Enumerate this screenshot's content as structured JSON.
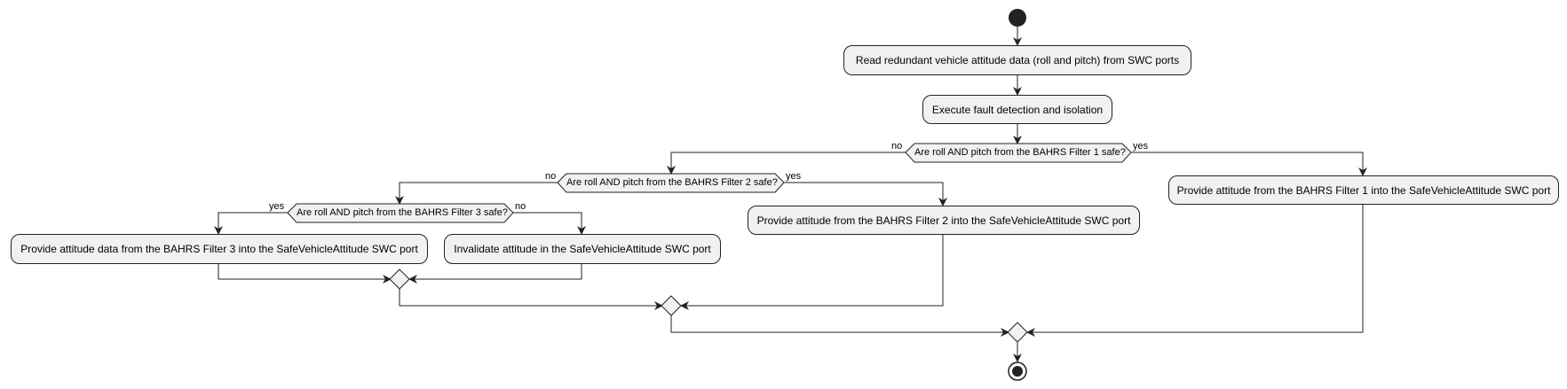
{
  "actions": {
    "read_attitude": "Read redundant vehicle attitude data (roll and pitch) from SWC ports",
    "fdi": "Execute fault detection and isolation",
    "provide_f1": "Provide attitude from the BAHRS Filter 1 into the SafeVehicleAttitude SWC port",
    "provide_f2": "Provide attitude from the BAHRS Filter 2 into the SafeVehicleAttitude SWC port",
    "provide_f3": "Provide attitude data from the BAHRS Filter 3 into the SafeVehicleAttitude SWC port",
    "invalidate": "Invalidate attitude in the SafeVehicleAttitude SWC port"
  },
  "decisions": {
    "filter1": "Are roll AND pitch from the BAHRS Filter 1 safe?",
    "filter2": "Are roll AND pitch from the BAHRS Filter 2 safe?",
    "filter3": "Are roll AND pitch from the BAHRS Filter 3 safe?"
  },
  "branch_labels": {
    "yes": "yes",
    "no": "no"
  },
  "colors": {
    "node_fill": "#f1f1f1",
    "stroke": "#222222",
    "text": "#000000"
  }
}
